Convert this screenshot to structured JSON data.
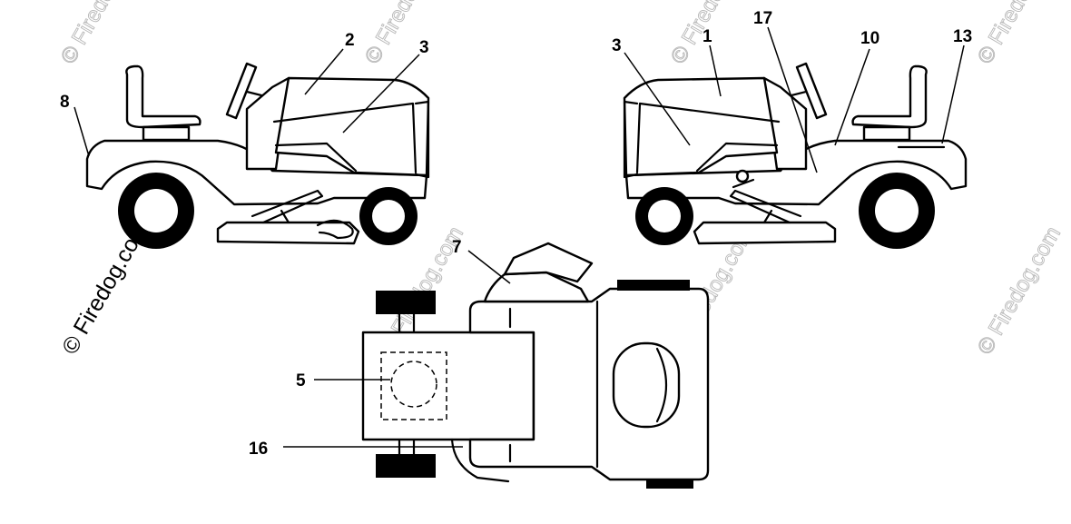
{
  "watermark": {
    "text": "© Firedog.com"
  },
  "callouts": [
    {
      "id": "c8",
      "label": "8"
    },
    {
      "id": "c2",
      "label": "2"
    },
    {
      "id": "c3a",
      "label": "3"
    },
    {
      "id": "c3b",
      "label": "3"
    },
    {
      "id": "c1",
      "label": "1"
    },
    {
      "id": "c17",
      "label": "17"
    },
    {
      "id": "c10",
      "label": "10"
    },
    {
      "id": "c13",
      "label": "13"
    },
    {
      "id": "c7",
      "label": "7"
    },
    {
      "id": "c5",
      "label": "5"
    },
    {
      "id": "c16",
      "label": "16"
    }
  ]
}
